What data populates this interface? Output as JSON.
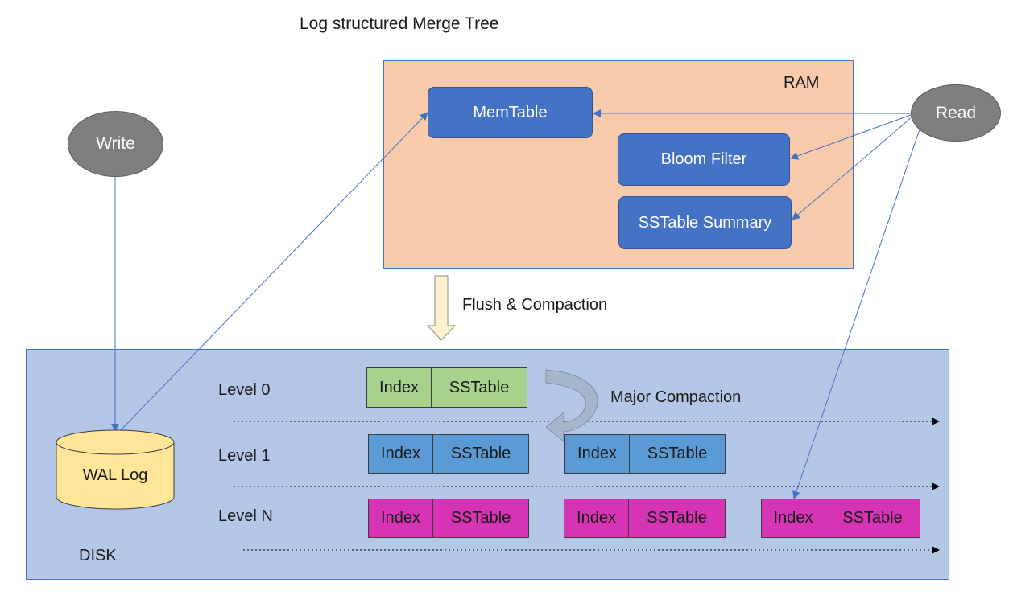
{
  "title": "Log structured Merge Tree",
  "ram": {
    "label": "RAM",
    "memtable": "MemTable",
    "bloom_filter": "Bloom Filter",
    "sstable_summary": "SSTable Summary"
  },
  "disk": {
    "label": "DISK",
    "wal": "WAL Log"
  },
  "write": "Write",
  "read": "Read",
  "flush_label": "Flush & Compaction",
  "major_label": "Major Compaction",
  "levels": {
    "l0": "Level 0",
    "l1": "Level 1",
    "ln": "Level N"
  },
  "table": {
    "index": "Index",
    "sstable": "SSTable"
  },
  "colors": {
    "ram": "#f8cbad",
    "disk": "#b4c7e7",
    "box": "#4472c4",
    "level0": "#a9d18e",
    "level1": "#5b9bd5",
    "levelN": "#d633b5",
    "wal": "#ffe699",
    "node": "#7f7f7f"
  }
}
